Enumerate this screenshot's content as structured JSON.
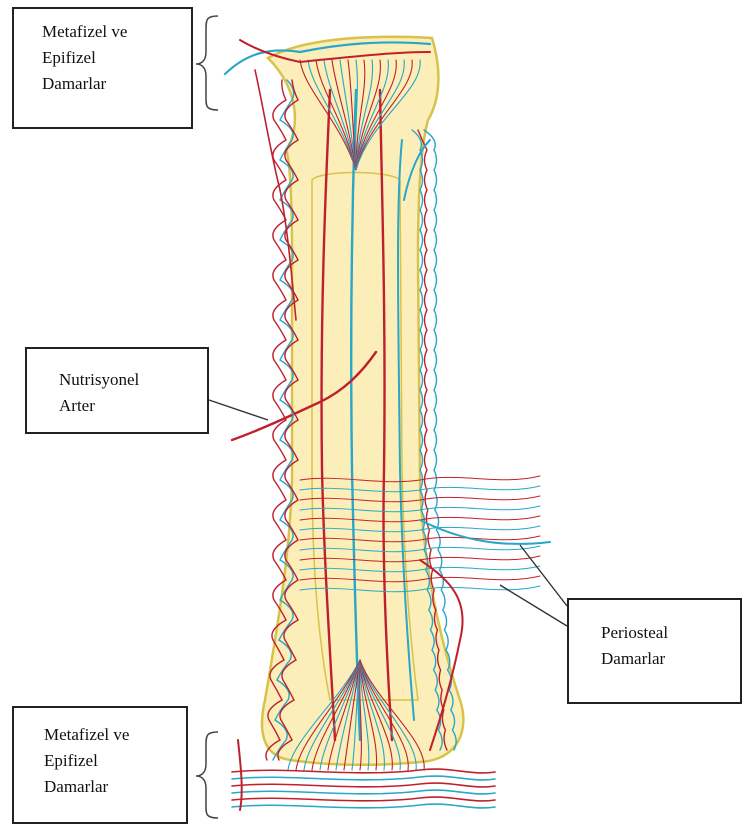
{
  "labels": {
    "top_epiphyseal": [
      "Metafizel ve",
      "Epifizel",
      "Damarlar"
    ],
    "nutrient": [
      "Nutrisyonel",
      "Arter"
    ],
    "periosteal": [
      "Periosteal",
      "Damarlar"
    ],
    "bottom_epiphyseal": [
      "Metafizel ve",
      "Epifizel",
      "Damarlar"
    ]
  },
  "colors": {
    "bone_fill": "#fbeeb8",
    "bone_outline": "#d8c24a",
    "artery": "#c0202e",
    "vein": "#2aa6c8",
    "leader_line": "#333333",
    "bracket": "#444444"
  }
}
